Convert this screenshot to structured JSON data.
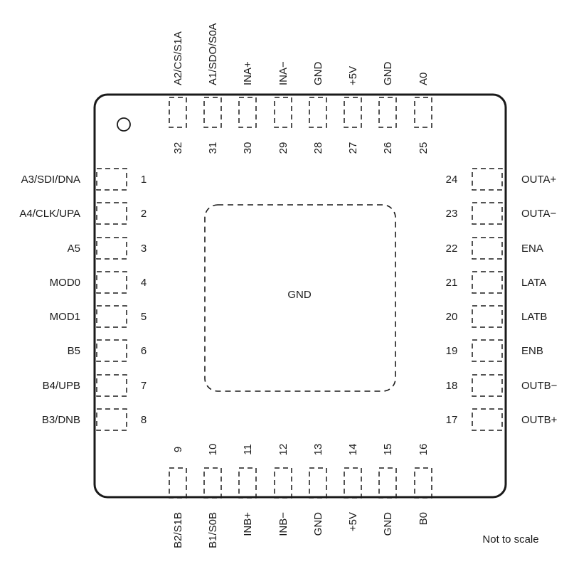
{
  "package": {
    "center_label": "GND",
    "note": "Not to scale"
  },
  "pins": {
    "left": [
      {
        "num": "1",
        "name": "A3/SDI/DNA"
      },
      {
        "num": "2",
        "name": "A4/CLK/UPA"
      },
      {
        "num": "3",
        "name": "A5"
      },
      {
        "num": "4",
        "name": "MOD0"
      },
      {
        "num": "5",
        "name": "MOD1"
      },
      {
        "num": "6",
        "name": "B5"
      },
      {
        "num": "7",
        "name": "B4/UPB"
      },
      {
        "num": "8",
        "name": "B3/DNB"
      }
    ],
    "bottom": [
      {
        "num": "9",
        "name": "B2/S1B"
      },
      {
        "num": "10",
        "name": "B1/S0B"
      },
      {
        "num": "11",
        "name": "INB+"
      },
      {
        "num": "12",
        "name": "INB−"
      },
      {
        "num": "13",
        "name": "GND"
      },
      {
        "num": "14",
        "name": "+5V"
      },
      {
        "num": "15",
        "name": "GND"
      },
      {
        "num": "16",
        "name": "B0"
      }
    ],
    "right": [
      {
        "num": "17",
        "name": "OUTB+"
      },
      {
        "num": "18",
        "name": "OUTB−"
      },
      {
        "num": "19",
        "name": "ENB"
      },
      {
        "num": "20",
        "name": "LATB"
      },
      {
        "num": "21",
        "name": "LATA"
      },
      {
        "num": "22",
        "name": "ENA"
      },
      {
        "num": "23",
        "name": "OUTA−"
      },
      {
        "num": "24",
        "name": "OUTA+"
      }
    ],
    "top": [
      {
        "num": "25",
        "name": "A0"
      },
      {
        "num": "26",
        "name": "GND"
      },
      {
        "num": "27",
        "name": "+5V"
      },
      {
        "num": "28",
        "name": "GND"
      },
      {
        "num": "29",
        "name": "INA−"
      },
      {
        "num": "30",
        "name": "INA+"
      },
      {
        "num": "31",
        "name": "A1/SDO/S0A"
      },
      {
        "num": "32",
        "name": "A2/CS/S1A"
      }
    ]
  }
}
